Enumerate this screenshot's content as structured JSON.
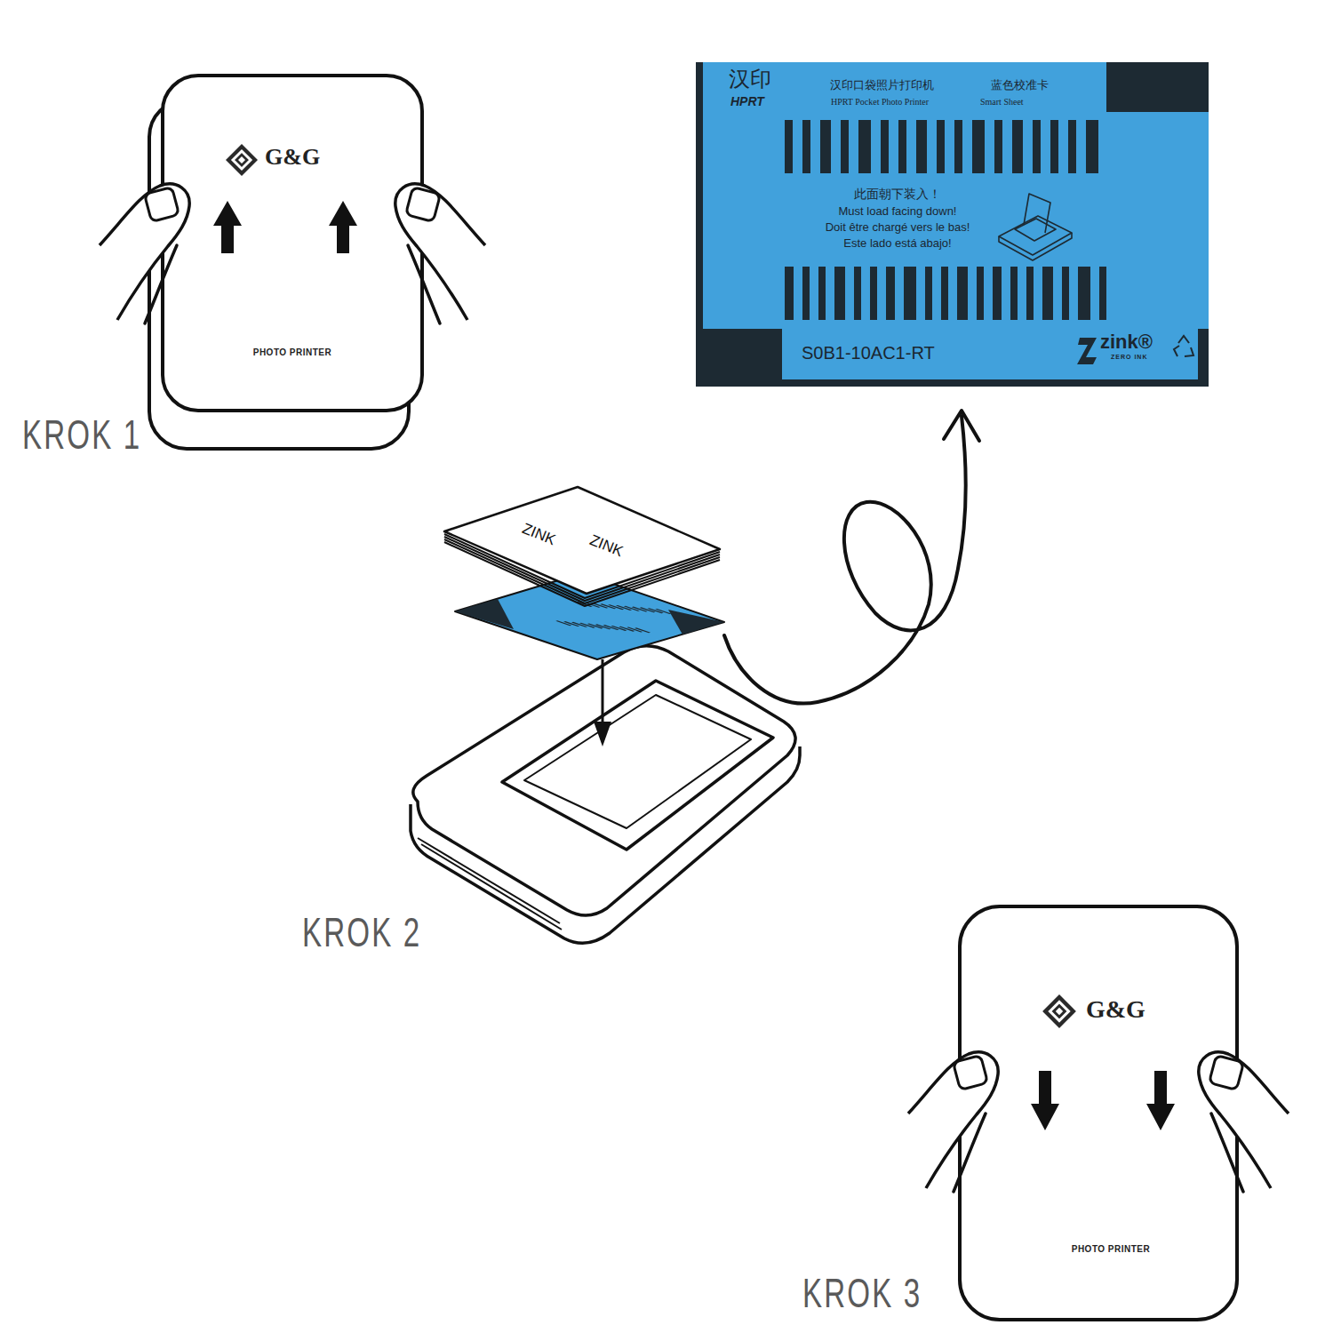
{
  "diagram": {
    "nodes": [
      {
        "text": [
          "G&G",
          "PHOTO PRINTER"
        ]
      },
      {
        "text": [
          "汉印",
          "HPRT",
          "汉印口袋照片打印机",
          "HPRT Pocket Photo Printer",
          "蓝色校准卡",
          "Smart Sheet",
          "此面朝下装入！",
          "Must load facing down!",
          "Doit être chargé vers le bas!",
          "Este lado está abajo!",
          "S0B1-10AC1-RT",
          "zink®",
          "ZERO INK"
        ]
      },
      {
        "text": [
          "ZINK",
          "ZINK"
        ]
      },
      {
        "text": [
          "G&G",
          "PHOTO PRINTER"
        ]
      }
    ],
    "labels": [
      "KROK 1",
      "KROK 2",
      "KROK 3"
    ]
  }
}
